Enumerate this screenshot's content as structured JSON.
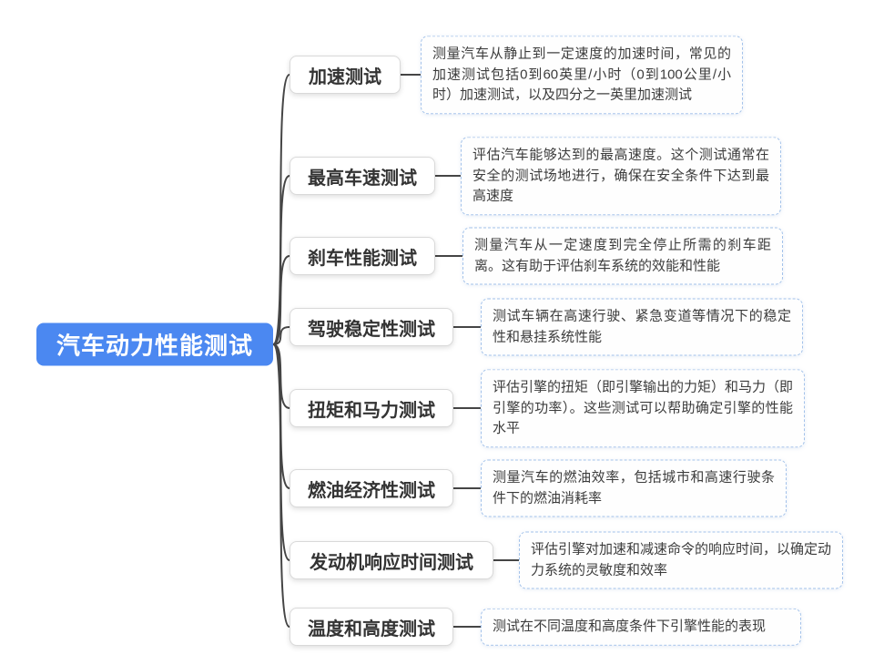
{
  "root": {
    "label": "汽车动力性能测试"
  },
  "branches": [
    {
      "label": "加速测试",
      "detail": "测量汽车从静止到一定速度的加速时间，常见的加速测试包括0到60英里/小时（0到100公里/小时）加速测试，以及四分之一英里加速测试"
    },
    {
      "label": "最高车速测试",
      "detail": "评估汽车能够达到的最高速度。这个测试通常在安全的测试场地进行，确保在安全条件下达到最高速度"
    },
    {
      "label": "刹车性能测试",
      "detail": "测量汽车从一定速度到完全停止所需的刹车距离。这有助于评估刹车系统的效能和性能"
    },
    {
      "label": "驾驶稳定性测试",
      "detail": "测试车辆在高速行驶、紧急变道等情况下的稳定性和悬挂系统性能"
    },
    {
      "label": "扭矩和马力测试",
      "detail": "评估引擎的扭矩（即引擎输出的力矩）和马力（即引擎的功率）。这些测试可以帮助确定引擎的性能水平"
    },
    {
      "label": "燃油经济性测试",
      "detail": "测量汽车的燃油效率，包括城市和高速行驶条件下的燃油消耗率"
    },
    {
      "label": "发动机响应时间测试",
      "detail": "评估引擎对加速和减速命令的响应时间，以确定动力系统的灵敏度和效率"
    },
    {
      "label": "温度和高度测试",
      "detail": "测试在不同温度和高度条件下引擎性能的表现"
    }
  ],
  "colors": {
    "canvas_bg": "#ffffff",
    "root_bg": "#4b88f1",
    "root_text": "#ffffff",
    "branch_bg": "#ffffff",
    "branch_border": "#d9d9d9",
    "branch_text": "#333333",
    "detail_bg": "#fefefe",
    "detail_border": "#a3c2ea",
    "detail_text": "#3c3c3c",
    "connector": "#454545"
  }
}
